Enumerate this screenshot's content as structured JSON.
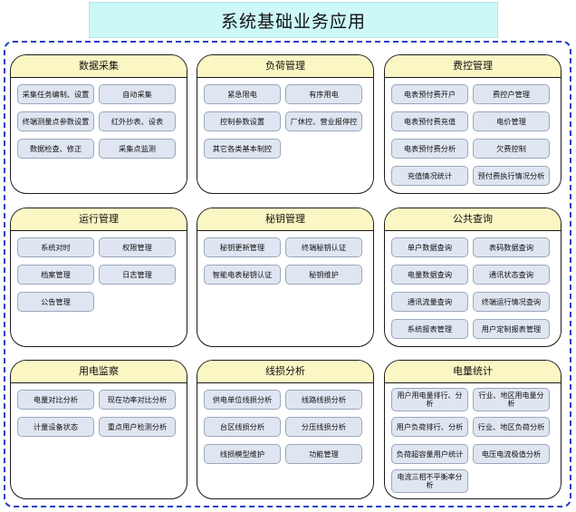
{
  "title": "系统基础业务应用",
  "panels": [
    {
      "id": "data-collection",
      "title": "数据采集",
      "items": [
        "采集任务编制、设置",
        "自动采集",
        "终端测量点参数设置",
        "红外抄表、设表",
        "数据检查、修正",
        "采集点监测"
      ]
    },
    {
      "id": "load-management",
      "title": "负荷管理",
      "items": [
        "紧急限电",
        "有序用电",
        "控制参数设置",
        "厂休控、营业报停控",
        "其它各类基本制控"
      ]
    },
    {
      "id": "fee-control",
      "title": "费控管理",
      "items": [
        "电表预付费开户",
        "费控户管理",
        "电表预付费充值",
        "电价管理",
        "电表预付费分析",
        "欠费控制",
        "充值情况统计",
        "预付费执行情况分析"
      ]
    },
    {
      "id": "operation-management",
      "title": "运行管理",
      "items": [
        "系统对时",
        "权限管理",
        "档案管理",
        "日志管理",
        "公告管理"
      ]
    },
    {
      "id": "key-management",
      "title": "秘钥管理",
      "items": [
        "秘钥更新管理",
        "终端秘钥认证",
        "智能电表秘钥认证",
        "秘钥维护"
      ]
    },
    {
      "id": "public-query",
      "title": "公共查询",
      "items": [
        "单户数据查询",
        "表码数据查询",
        "电量数据查询",
        "通讯状态查询",
        "通讯流量查询",
        "终端运行情况查询",
        "系统报表管理",
        "用户定制报表管理"
      ]
    },
    {
      "id": "power-monitoring",
      "title": "用电监察",
      "items": [
        "电量对比分析",
        "现在功率对比分析",
        "计量设备状态",
        "重点用户检测分析"
      ]
    },
    {
      "id": "line-loss",
      "title": "线损分析",
      "items": [
        "供电单位线损分析",
        "线路线损分析",
        "台区线损分析",
        "分压线损分析",
        "线损模型维护",
        "功能管理"
      ]
    },
    {
      "id": "energy-statistics",
      "title": "电量统计",
      "items": [
        "用户用电量排行、分析",
        "行业、地区用电量分析",
        "用户负荷排行、分析",
        "行业、地区负荷分析",
        "负荷超容量用户统计",
        "电压电流极值分析",
        "电流三相不平衡率分析"
      ]
    }
  ]
}
